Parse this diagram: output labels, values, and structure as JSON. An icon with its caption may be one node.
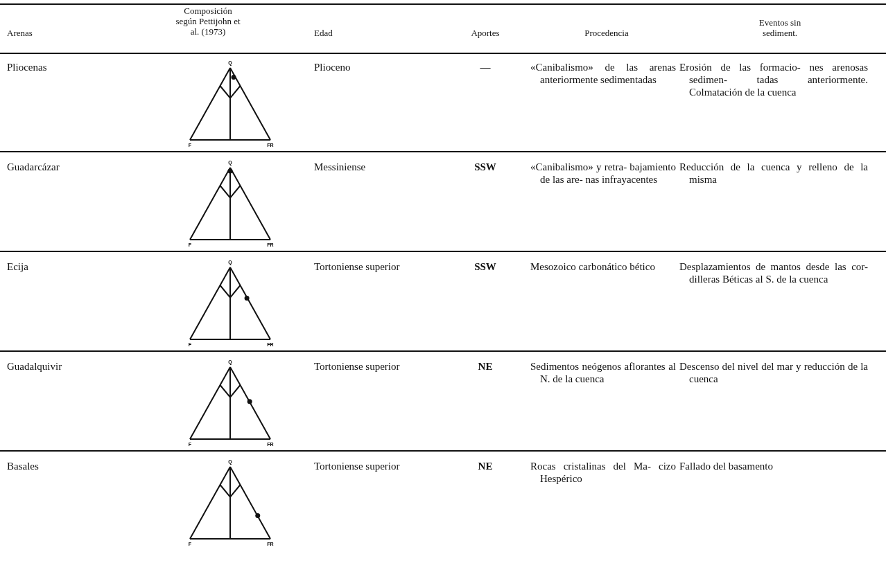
{
  "diagram": {
    "labels": [
      "Arenas",
      "Composición según Pettijohn et al. (1973)",
      "Edad",
      "Aportes",
      "Procedencia",
      "Eventos sin sediment.",
      "Pliocenas",
      "Q",
      "F",
      "FR",
      "Plioceno",
      "—",
      "«Canibalismo» de las arenas anteriormente sedimentadas",
      "Erosión de las formacio- nes arenosas sedimen- tadas anteriormente. Colmatación de la cuenca",
      "Guadarcázar",
      "Q",
      "F",
      "FR",
      "Messiniense",
      "SSW",
      "«Canibalismo» y retra- bajamiento de las are- nas infrayacentes",
      "Reducción de la cuenca y relleno de la misma",
      "Ecija",
      "Q",
      "F",
      "FR",
      "Tortoniense superior",
      "SSW",
      "Mesozoico carbonático bético",
      "Desplazamientos de mantos desde las cor- dilleras Béticas al S. de la cuenca",
      "Guadalquivir",
      "Q",
      "F",
      "FR",
      "Tortoniense superior",
      "NE",
      "Sedimentos neógenos aflorantes al N. de la cuenca",
      "Descenso del nivel del mar y reducción de la cuenca",
      "Basales",
      "Q",
      "F",
      "FR",
      "Tortoniense superior",
      "NE",
      "Rocas cristalinas del Ma- cizo Hespérico",
      "Fallado del basamento"
    ]
  }
}
